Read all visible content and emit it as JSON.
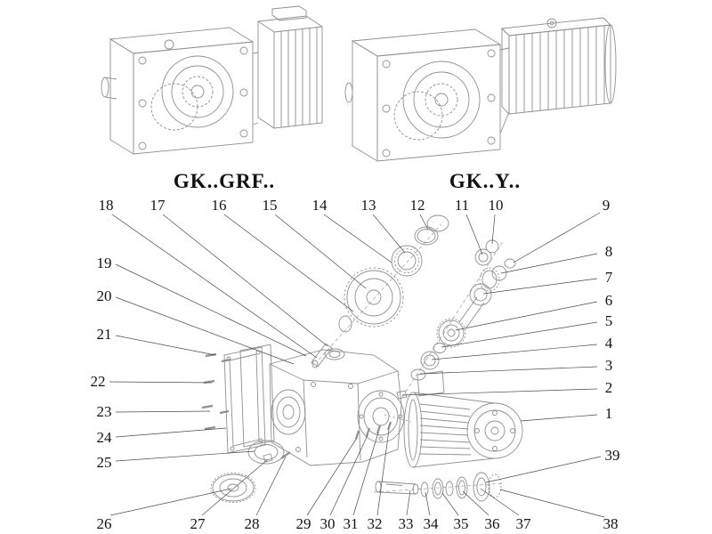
{
  "colors": {
    "background": "#ffffff",
    "line_art": "#8f8f8f",
    "leader_line": "#4a4a4a",
    "text": "#141414"
  },
  "titles": {
    "left": "GK..GRF..",
    "right": "GK..Y.."
  },
  "callouts": [
    "1",
    "2",
    "3",
    "4",
    "5",
    "6",
    "7",
    "8",
    "9",
    "10",
    "11",
    "12",
    "13",
    "14",
    "15",
    "16",
    "17",
    "18",
    "19",
    "20",
    "21",
    "22",
    "23",
    "24",
    "25",
    "26",
    "27",
    "28",
    "29",
    "30",
    "31",
    "32",
    "33",
    "34",
    "35",
    "36",
    "37",
    "38",
    "39"
  ]
}
